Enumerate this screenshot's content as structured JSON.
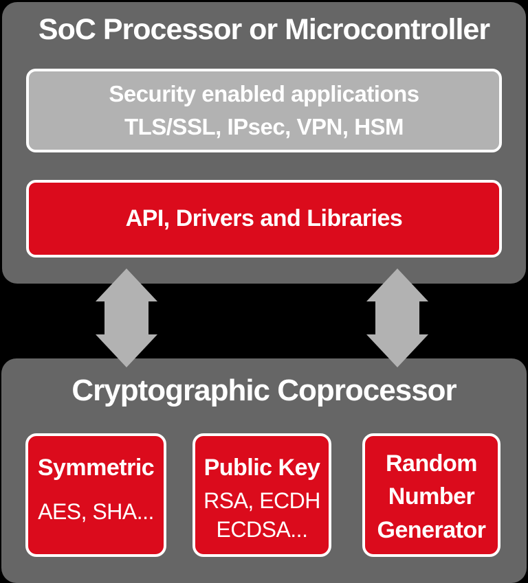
{
  "colors": {
    "bg": "#000000",
    "panel-gray": "#666666",
    "light-gray": "#b2b2b2",
    "red": "#db0b1c",
    "white": "#ffffff",
    "arrow-gray": "#b2b2b2"
  },
  "soc_panel": {
    "title": "SoC Processor or Microcontroller",
    "apps_box": {
      "line1": "Security enabled applications",
      "line2": "TLS/SSL, IPsec, VPN, HSM"
    },
    "api_box": {
      "label": "API, Drivers and Libraries"
    }
  },
  "crypto_panel": {
    "title": "Cryptographic Coprocessor",
    "boxes": [
      {
        "title": "Symmetric",
        "lines": [
          "AES, SHA..."
        ]
      },
      {
        "title": "Public Key",
        "lines": [
          "RSA, ECDH",
          "ECDSA..."
        ]
      },
      {
        "title": "Random Number Generator",
        "lines": []
      }
    ]
  }
}
